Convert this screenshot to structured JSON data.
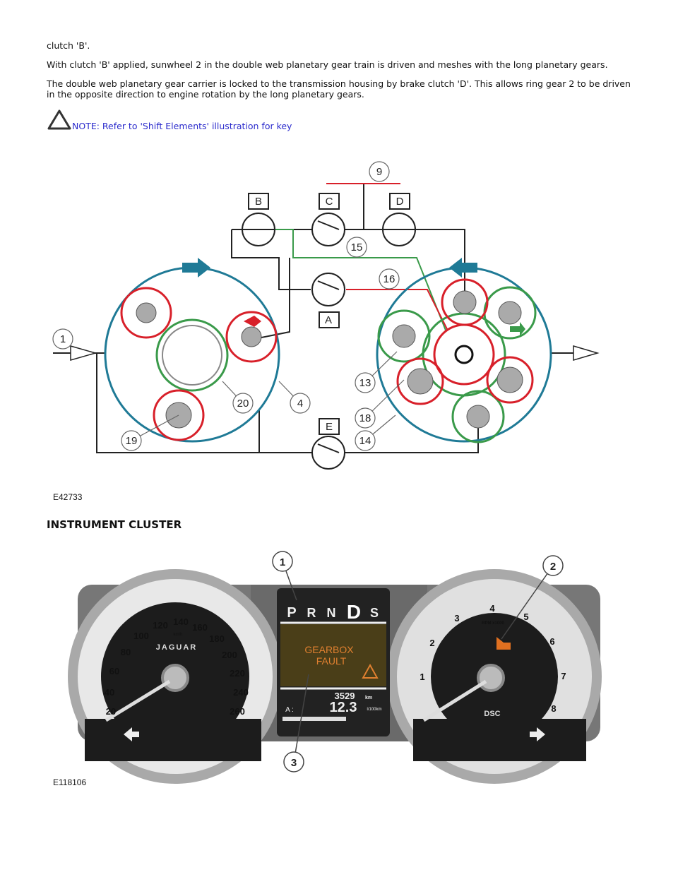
{
  "text": {
    "p1": "clutch 'B'.",
    "p2": "With clutch 'B' applied, sunwheel 2 in the double web planetary gear train is driven and meshes with the long planetary gears.",
    "p3": "The double web planetary gear carrier is locked to the transmission housing by brake clutch 'D'. This allows ring gear 2 to be driven in the opposite direction to engine rotation by the long planetary gears.",
    "note": "NOTE: Refer to 'Shift Elements' illustration for key",
    "heading": "INSTRUMENT CLUSTER"
  },
  "figure1": {
    "id": "E42733",
    "clutch_labels": [
      "A",
      "B",
      "C",
      "D",
      "E"
    ],
    "callouts": [
      "1",
      "4",
      "9",
      "13",
      "14",
      "15",
      "16",
      "18",
      "19",
      "20"
    ]
  },
  "figure2": {
    "id": "E118106",
    "callouts": [
      "1",
      "2",
      "3"
    ],
    "speedo": {
      "brand": "JAGUAR",
      "unit": "km/h",
      "ticks": [
        "20",
        "40",
        "60",
        "80",
        "100",
        "120",
        "140",
        "160",
        "180",
        "200",
        "220",
        "240",
        "260"
      ]
    },
    "tacho": {
      "unit": "RPM x1000",
      "ticks": [
        "1",
        "2",
        "3",
        "4",
        "5",
        "6",
        "7",
        "8"
      ],
      "dsc": "DSC"
    },
    "display": {
      "gears": [
        "P",
        "R",
        "N",
        "D",
        "S"
      ],
      "message_line1": "GEARBOX",
      "message_line2": "FAULT",
      "odometer": "3529",
      "odometer_unit": "km",
      "consumption": "12.3",
      "consumption_unit": "l/100km",
      "trip": "A :"
    }
  },
  "colors": {
    "teal": "#1f7a96",
    "red": "#d8202a",
    "green": "#3a9a4a",
    "note": "#2b2bcc"
  }
}
